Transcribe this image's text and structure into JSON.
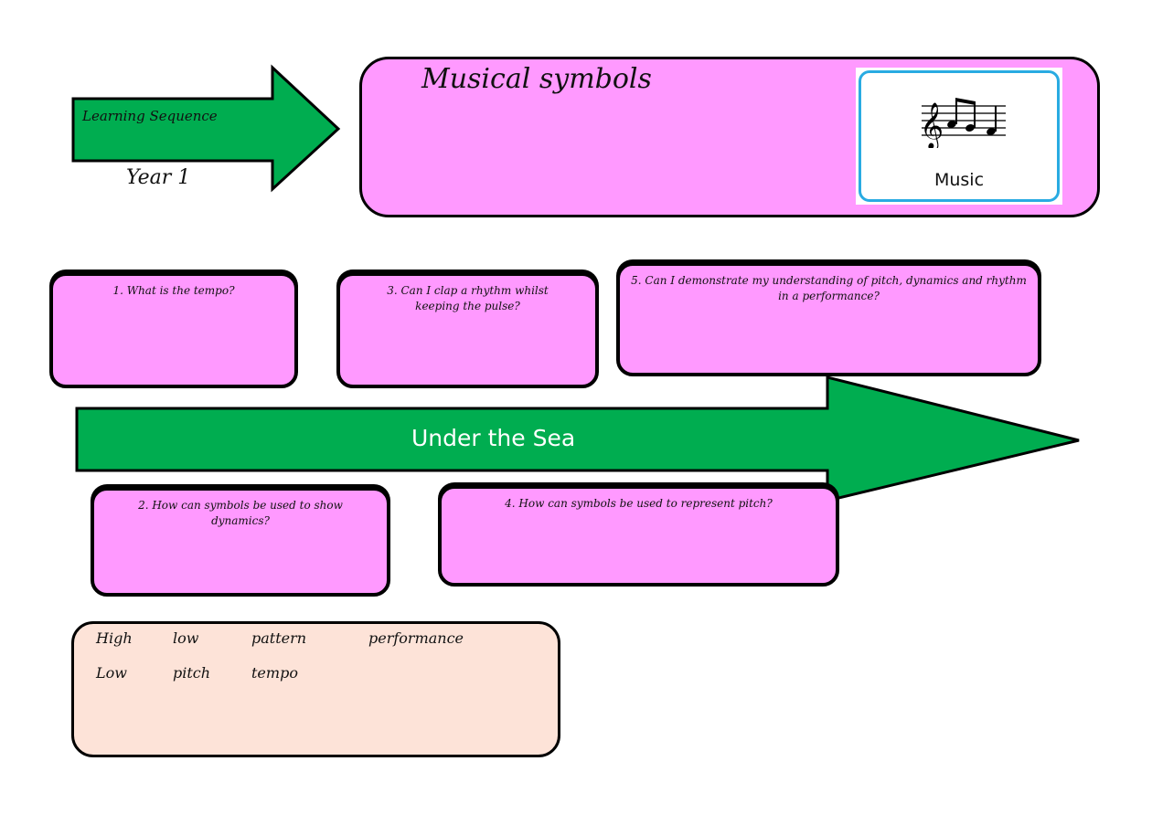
{
  "header": {
    "arrow_label": "Learning Sequence",
    "year": "Year 1",
    "title": "Musical symbols",
    "subject_tile": {
      "icon": "music-notes-icon",
      "label": "Music"
    }
  },
  "topic_arrow": {
    "label": "Under the Sea"
  },
  "questions": [
    {
      "number": 1,
      "text": "1. What is the tempo?"
    },
    {
      "number": 2,
      "text": "2. How can symbols be used to show dynamics?"
    },
    {
      "number": 3,
      "text": "3. Can I clap a rhythm whilst keeping the pulse?"
    },
    {
      "number": 4,
      "text": "4. How can symbols be used to represent pitch?"
    },
    {
      "number": 5,
      "text": "5. Can I demonstrate my understanding of pitch, dynamics and rhythm in a performance?"
    }
  ],
  "vocabulary": {
    "row1": [
      "High",
      "low",
      "pattern",
      "performance"
    ],
    "row2": [
      "Low",
      "pitch",
      "tempo"
    ]
  },
  "colors": {
    "arrow_green": "#00ad50",
    "card_pink": "#ff99ff",
    "vocab_peach": "#fde3d8",
    "tile_border_blue": "#29abe2"
  }
}
